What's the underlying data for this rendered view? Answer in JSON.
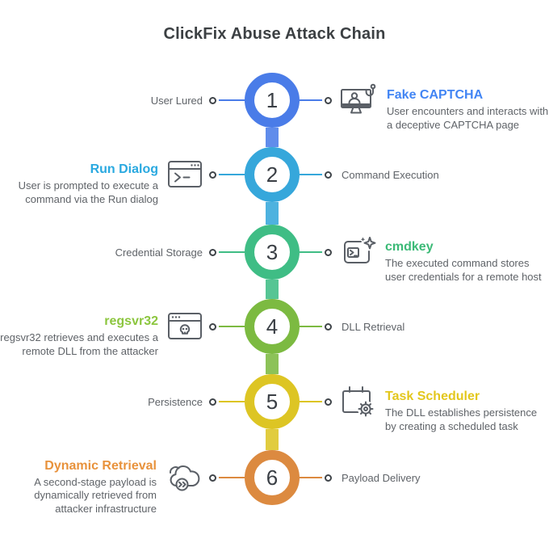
{
  "title": "ClickFix Abuse Attack Chain",
  "nodes": [
    {
      "number": "1",
      "side": "right",
      "color": "#4a7ce8",
      "accent": "#4285f4",
      "label": "User Lured",
      "icon": "monitor-phishing-icon",
      "feature_title": "Fake CAPTCHA",
      "feature_description": "User encounters and interacts with a deceptive CAPTCHA page"
    },
    {
      "number": "2",
      "side": "left",
      "color": "#36a7db",
      "accent": "#2aa9e0",
      "label": "Command Execution",
      "icon": "run-dialog-icon",
      "feature_title": "Run Dialog",
      "feature_description": "User is prompted to execute a command via the Run dialog"
    },
    {
      "number": "3",
      "side": "right",
      "color": "#3fbd85",
      "accent": "#3cba77",
      "label": "Credential Storage",
      "icon": "terminal-sparkle-icon",
      "feature_title": "cmdkey",
      "feature_description": "The executed command stores user credentials for a remote host"
    },
    {
      "number": "4",
      "side": "left",
      "color": "#7cba41",
      "accent": "#8cc63f",
      "label": "DLL Retrieval",
      "icon": "skull-window-icon",
      "feature_title": "regsvr32",
      "feature_description": "regsvr32 retrieves and executes a remote DLL from the attacker"
    },
    {
      "number": "5",
      "side": "right",
      "color": "#ddc524",
      "accent": "#e3c71d",
      "label": "Persistence",
      "icon": "calendar-gear-icon",
      "feature_title": "Task Scheduler",
      "feature_description": "The DLL establishes persistence by creating a scheduled task"
    },
    {
      "number": "6",
      "side": "left",
      "color": "#dc8a40",
      "accent": "#e8923c",
      "label": "Payload Delivery",
      "icon": "cloud-download-icon",
      "feature_title": "Dynamic Retrieval",
      "feature_description": "A second-stage payload is dynamically retrieved from attacker infrastructure"
    }
  ]
}
